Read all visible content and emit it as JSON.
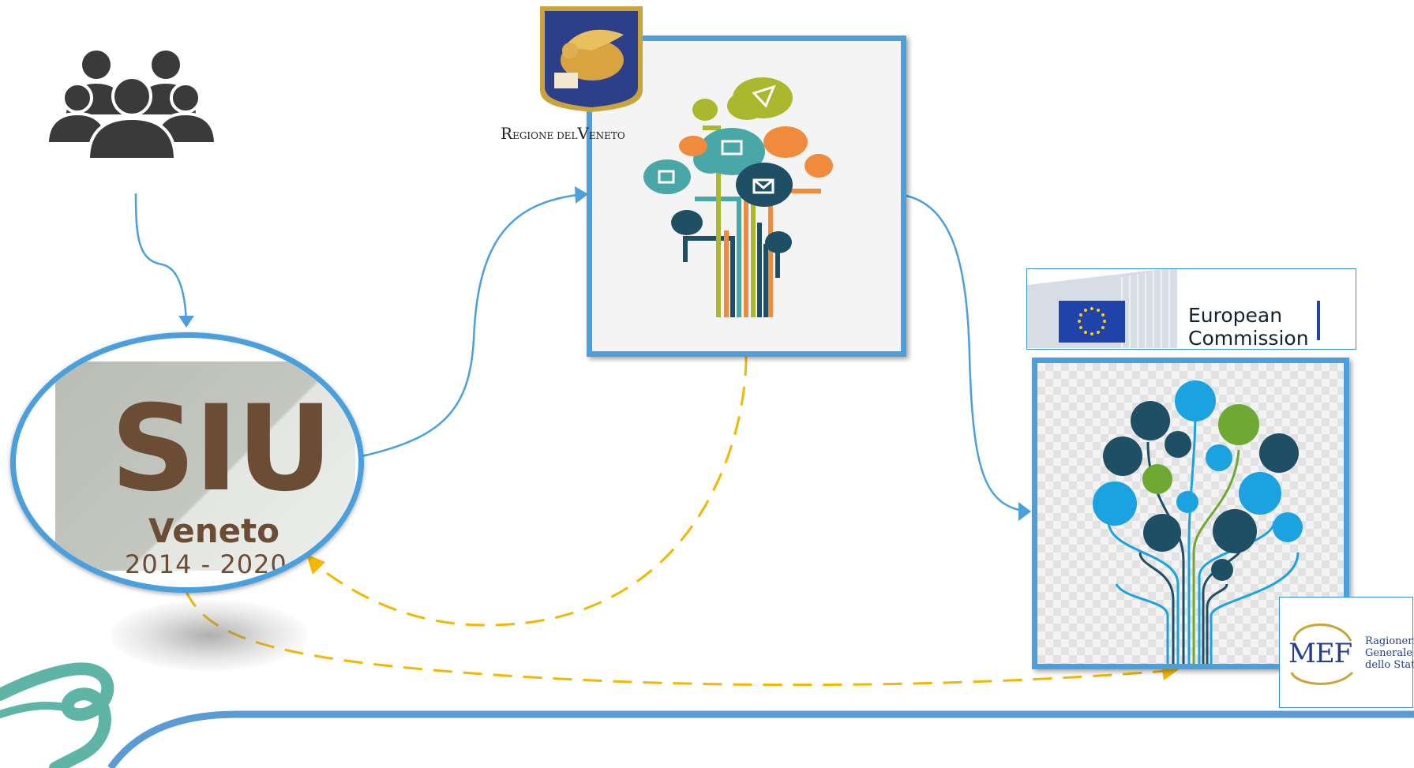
{
  "siu": {
    "title": "SIU",
    "subtitle": "Veneto",
    "years": "2014 - 2020"
  },
  "regione": {
    "label_r": "R",
    "label_egione": "EGIONE ",
    "label_del": "DEL",
    "label_v": "V",
    "label_eneto": "ENETO"
  },
  "eu": {
    "line1": "European",
    "line2": "Commission"
  },
  "mef": {
    "name": "MEF",
    "line1": "Ragioneria",
    "line2": "Generale",
    "line3": "dello Stato"
  },
  "colors": {
    "blue": "#4aa0dd",
    "dashed": "#f2b800",
    "teal": "#5fb5a5"
  }
}
